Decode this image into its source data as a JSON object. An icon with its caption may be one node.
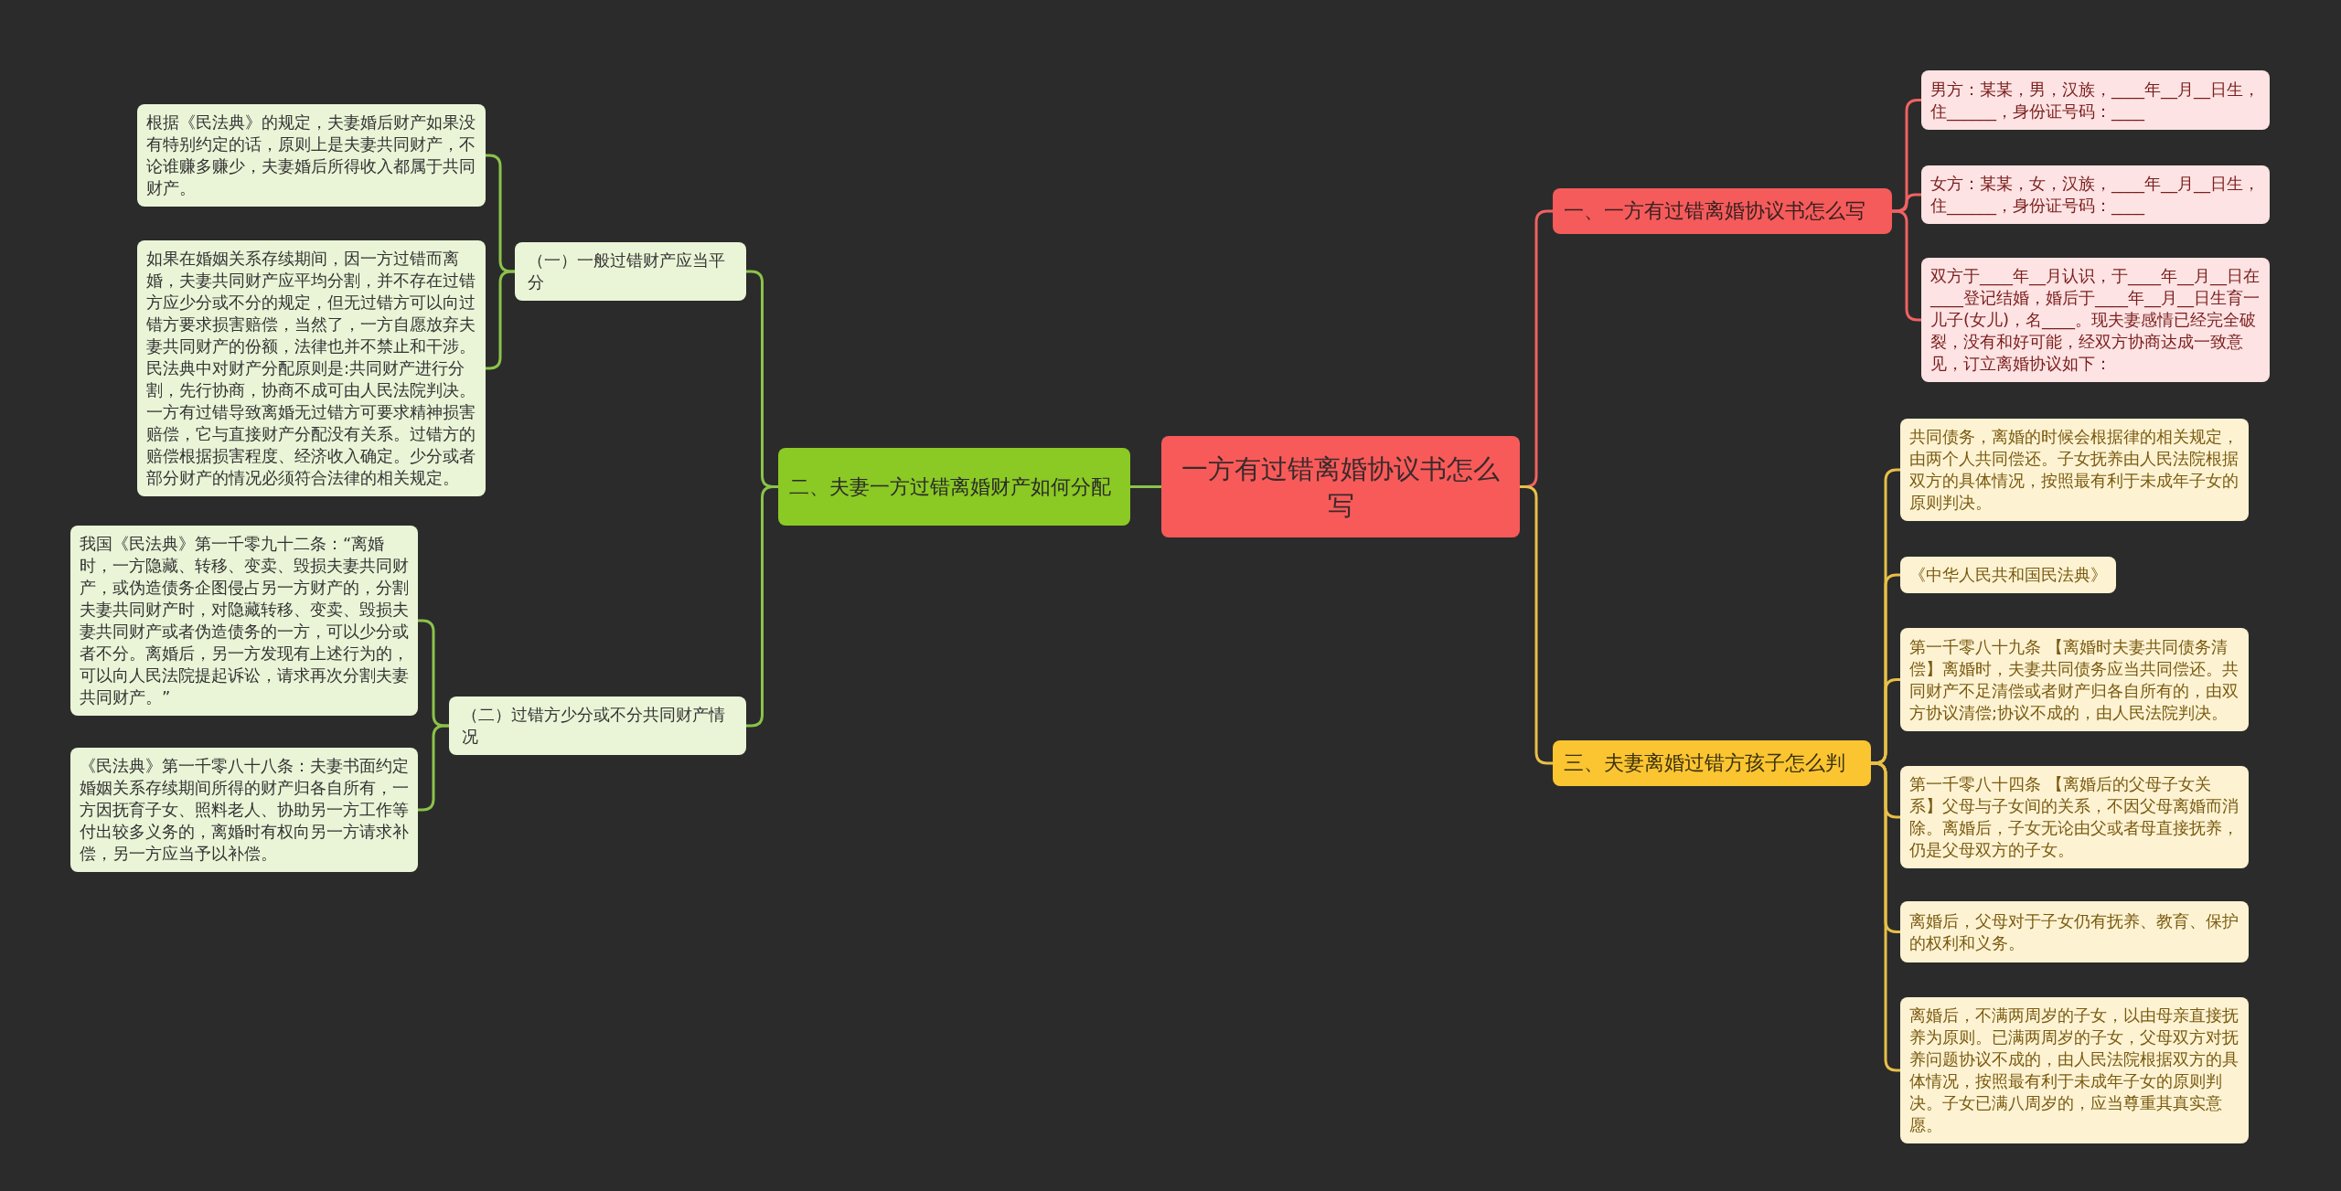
{
  "diagram": {
    "nodes": [
      {
        "text": [
          "一方有过错离婚协议书怎么写"
        ]
      },
      {
        "text": [
          "一、一方有过错离婚协议书怎么写"
        ]
      },
      {
        "text": [
          "男方：某某，男，汉族，____年__月__日生，住______，身份证号码：____"
        ]
      },
      {
        "text": [
          "女方：某某，女，汉族，____年__月__日生，住______，身份证号码：____"
        ]
      },
      {
        "text": [
          "双方于____年__月认识，于____年__月__日在____登记结婚，婚后于____年__月__日生育一儿子(女儿)，名____。现夫妻感情已经完全破裂，没有和好可能，经双方协商达成一致意见，订立离婚协议如下："
        ]
      },
      {
        "text": [
          "二、夫妻一方过错离婚财产如何分配"
        ]
      },
      {
        "text": [
          "（一）一般过错财产应当平分"
        ]
      },
      {
        "text": [
          "根据《民法典》的规定，夫妻婚后财产如果没有特别约定的话，原则上是夫妻共同财产，不论谁赚多赚少，夫妻婚后所得收入都属于共同财产。"
        ]
      },
      {
        "text": [
          "如果在婚姻关系存续期间，因一方过错而离婚，夫妻共同财产应平均分割，并不存在过错方应少分或不分的规定，但无过错方可以向过错方要求损害赔偿，当然了，一方自愿放弃夫妻共同财产的份额，法律也并不禁止和干涉。民法典中对财产分配原则是:共同财产进行分割，先行协商，协商不成可由人民法院判决。一方有过错导致离婚无过错方可要求精神损害赔偿，它与直接财产分配没有关系。过错方的赔偿根据损害程度、经济收入确定。少分或者部分财产的情况必须符合法律的相关规定。"
        ]
      },
      {
        "text": [
          "（二）过错方少分或不分共同财产情况"
        ]
      },
      {
        "text": [
          "我国《民法典》第一千零九十二条：“离婚时，一方隐藏、转移、变卖、毁损夫妻共同财产，或伪造债务企图侵占另一方财产的，分割夫妻共同财产时，对隐藏转移、变卖、毁损夫妻共同财产或者伪造债务的一方，可以少分或者不分。离婚后，另一方发现有上述行为的，可以向人民法院提起诉讼，请求再次分割夫妻共同财产。”"
        ]
      },
      {
        "text": [
          "《民法典》第一千零八十八条：夫妻书面约定婚姻关系存续期间所得的财产归各自所有，一方因抚育子女、照料老人、协助另一方工作等付出较多义务的，离婚时有权向另一方请求补偿，另一方应当予以补偿。"
        ]
      },
      {
        "text": [
          "三、夫妻离婚过错方孩子怎么判"
        ]
      },
      {
        "text": [
          "共同债务，离婚的时候会根据律的相关规定，由两个人共同偿还。子女抚养由人民法院根据双方的具体情况，按照最有利于未成年子女的原则判决。"
        ]
      },
      {
        "text": [
          "《中华人民共和国民法典》"
        ]
      },
      {
        "text": [
          "第一千零八十九条 【离婚时夫妻共同债务清偿】离婚时，夫妻共同债务应当共同偿还。共同财产不足清偿或者财产归各自所有的，由双方协议清偿;协议不成的，由人民法院判决。"
        ]
      },
      {
        "text": [
          "第一千零八十四条 【离婚后的父母子女关系】父母与子女间的关系，不因父母离婚而消除。离婚后，子女无论由父或者母直接抚养，仍是父母双方的子女。"
        ]
      },
      {
        "text": [
          "离婚后，父母对于子女仍有抚养、教育、保护的权利和义务。"
        ]
      },
      {
        "text": [
          "离婚后，不满两周岁的子女，以由母亲直接抚养为原则。已满两周岁的子女，父母双方对抚养问题协议不成的，由人民法院根据双方的具体情况，按照最有利于未成年子女的原则判决。子女已满八周岁的，应当尊重其真实意愿。"
        ]
      }
    ],
    "edges": [
      {
        "from": 0,
        "to": 1,
        "arrow": "none",
        "color": "#f06262"
      },
      {
        "from": 1,
        "to": 2,
        "arrow": "none",
        "color": "#f06262"
      },
      {
        "from": 1,
        "to": 3,
        "arrow": "none",
        "color": "#f06262"
      },
      {
        "from": 1,
        "to": 4,
        "arrow": "none",
        "color": "#f06262"
      },
      {
        "from": 0,
        "to": 5,
        "arrow": "none"
      },
      {
        "from": 5,
        "to": 6,
        "arrow": "none"
      },
      {
        "from": 6,
        "to": 7,
        "arrow": "none"
      },
      {
        "from": 6,
        "to": 8,
        "arrow": "none"
      },
      {
        "from": 5,
        "to": 9,
        "arrow": "none"
      },
      {
        "from": 9,
        "to": 10,
        "arrow": "none"
      },
      {
        "from": 9,
        "to": 11,
        "arrow": "none"
      },
      {
        "from": 0,
        "to": 12,
        "arrow": "none",
        "color": "#e8c048"
      },
      {
        "from": 12,
        "to": 13,
        "arrow": "none",
        "color": "#e8c048"
      },
      {
        "from": 12,
        "to": 14,
        "arrow": "none",
        "color": "#e8c048"
      },
      {
        "from": 12,
        "to": 15,
        "arrow": "none",
        "color": "#e8c048"
      },
      {
        "from": 12,
        "to": 16,
        "arrow": "none",
        "color": "#e8c048"
      },
      {
        "from": 12,
        "to": 17,
        "arrow": "none",
        "color": "#e8c048"
      },
      {
        "from": 12,
        "to": 18,
        "arrow": "none",
        "color": "#e8c048"
      }
    ]
  }
}
